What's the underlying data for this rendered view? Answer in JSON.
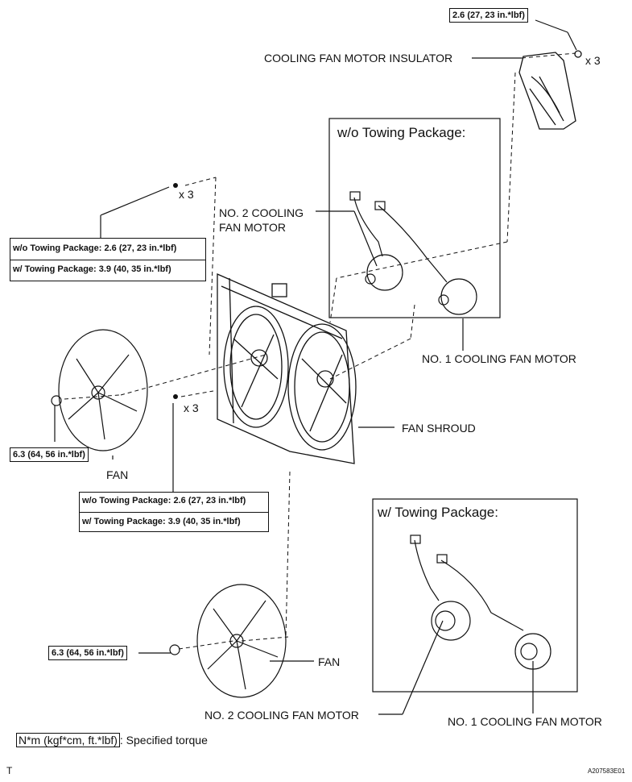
{
  "labels": {
    "insulator_torque": "2.6 (27, 23 in.*lbf)",
    "insulator": "COOLING FAN MOTOR INSULATOR",
    "x3_top": "x 3",
    "x3_mid": "x 3",
    "x3_low": "x 3",
    "wo_panel_title": "w/o Towing Package:",
    "w_panel_title": "w/ Towing Package:",
    "no2_motor_upper_line1": "NO. 2 COOLING",
    "no2_motor_upper_line2": "FAN MOTOR",
    "no1_motor_upper": "NO. 1 COOLING FAN MOTOR",
    "fan_shroud": "FAN SHROUD",
    "fan_left": "FAN",
    "fan_lower": "FAN",
    "no2_motor_lower": "NO. 2 COOLING FAN MOTOR",
    "no1_motor_lower": "NO. 1 COOLING FAN MOTOR"
  },
  "torque_boxes": {
    "upper": {
      "row1": "w/o Towing Package: 2.6 (27, 23 in.*lbf)",
      "row2": "w/ Towing Package: 3.9 (40, 35 in.*lbf)"
    },
    "middle": {
      "row1": "w/o Towing Package: 2.6 (27, 23 in.*lbf)",
      "row2": "w/ Towing Package: 3.9 (40, 35 in.*lbf)"
    },
    "nut_left": "6.3 (64, 56 in.*lbf)",
    "nut_lower": "6.3 (64, 56 in.*lbf)"
  },
  "legend": {
    "unit": "N*m (kgf*cm, ft.*lbf)",
    "description": ": Specified torque"
  },
  "footer": {
    "left": "T",
    "right": "A207583E01"
  }
}
